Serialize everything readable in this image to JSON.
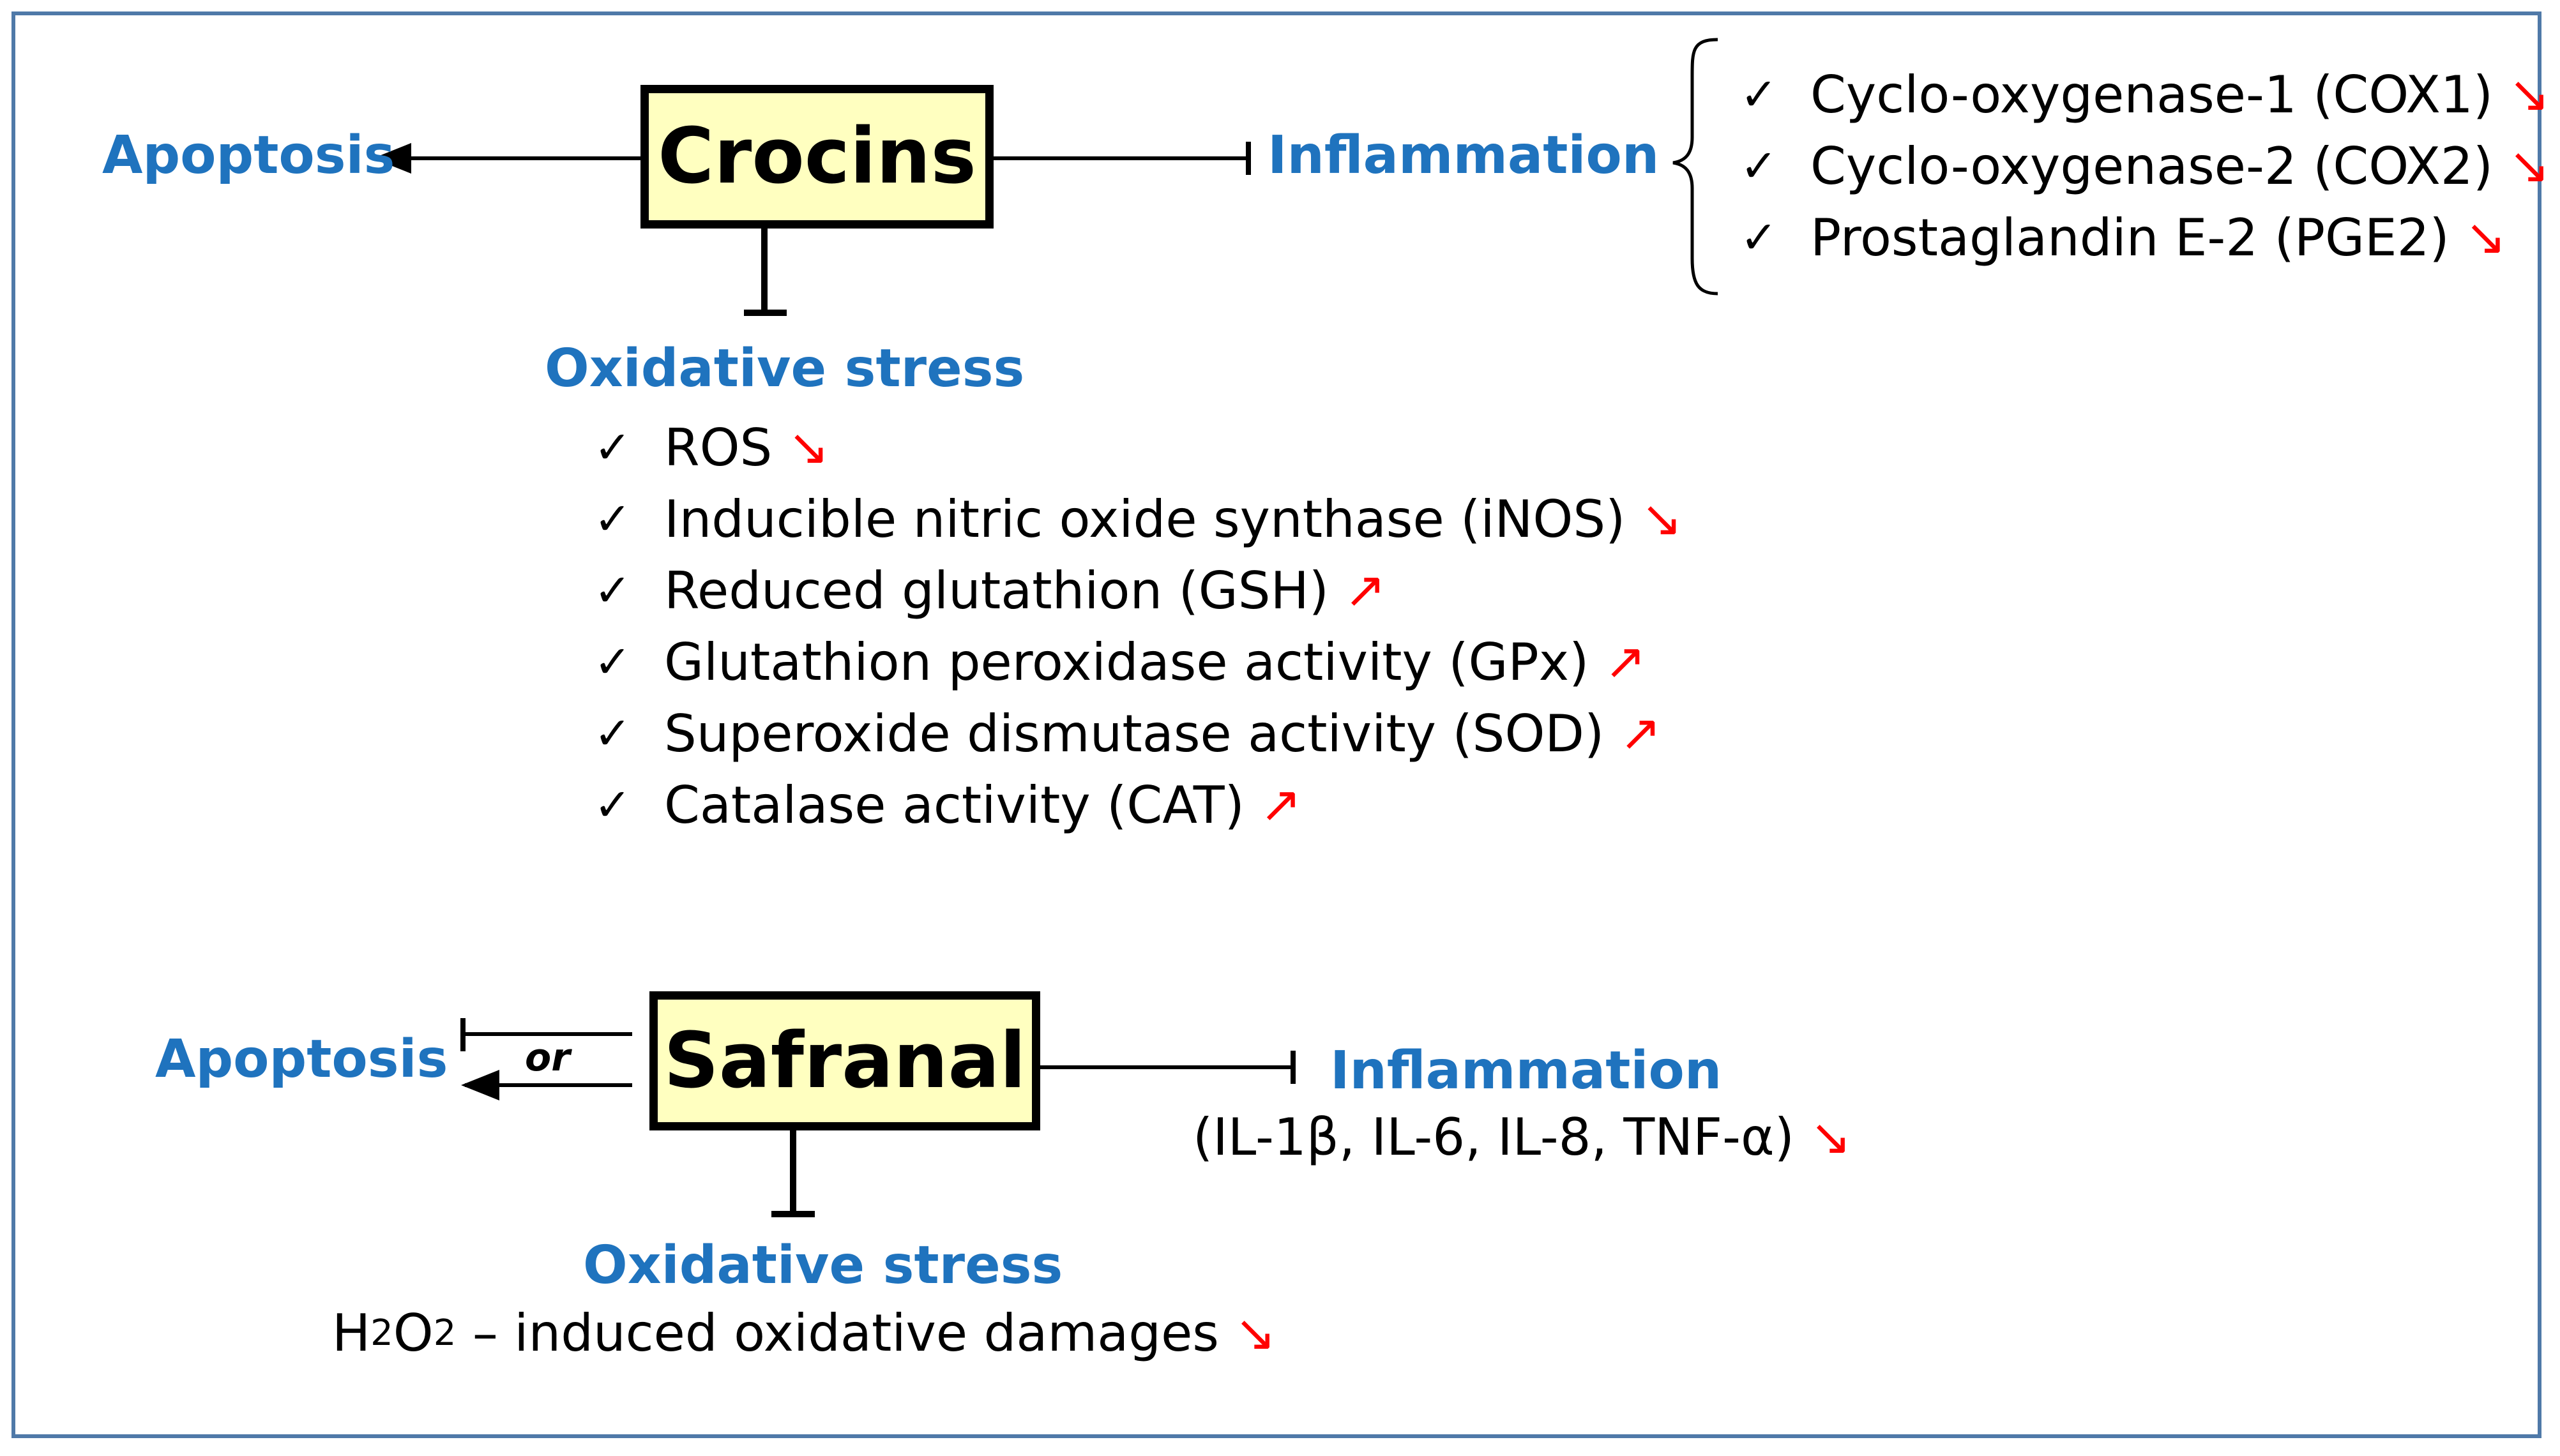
{
  "crocins": {
    "label": "Crocins",
    "apoptosis": "Apoptosis",
    "inflammation": "Inflammation",
    "inflammation_items": [
      {
        "text": "Cyclo-oxygenase-1 (COX1)",
        "check": "✓",
        "trend": "↘"
      },
      {
        "text": "Cyclo-oxygenase-2 (COX2)",
        "check": "✓",
        "trend": "↘"
      },
      {
        "text": "Prostaglandin E-2 (PGE2)",
        "check": "✓",
        "trend": "↘"
      }
    ],
    "oxidative_stress": "Oxidative stress",
    "oxidative_items": [
      {
        "text": "ROS",
        "check": "✓",
        "trend": "↘"
      },
      {
        "text": "Inducible nitric oxide synthase (iNOS)",
        "check": "✓",
        "trend": "↘"
      },
      {
        "text": "Reduced glutathion (GSH)",
        "check": "✓",
        "trend": "↗"
      },
      {
        "text": "Glutathion peroxidase activity (GPx)",
        "check": "✓",
        "trend": "↗"
      },
      {
        "text": "Superoxide dismutase activity (SOD)",
        "check": "✓",
        "trend": "↗"
      },
      {
        "text": "Catalase activity (CAT)",
        "check": "✓",
        "trend": "↗"
      }
    ]
  },
  "safranal": {
    "label": "Safranal",
    "apoptosis": "Apoptosis",
    "or_label": "or",
    "inflammation": "Inflammation",
    "cytokines": "(IL-1β, IL-6, IL-8, TNF-α)",
    "cytokines_trend": "↘",
    "oxidative_stress": "Oxidative stress",
    "h2o2": {
      "h": "H",
      "sub1": "2",
      "o": "O",
      "sub2": "2",
      "rest": " – induced oxidative damages",
      "trend": "↘"
    }
  },
  "colors": {
    "accent_blue": "#1f73be",
    "trend_red": "#ff0000",
    "box_fill": "#ffffc0",
    "frame": "#4f79a8"
  }
}
